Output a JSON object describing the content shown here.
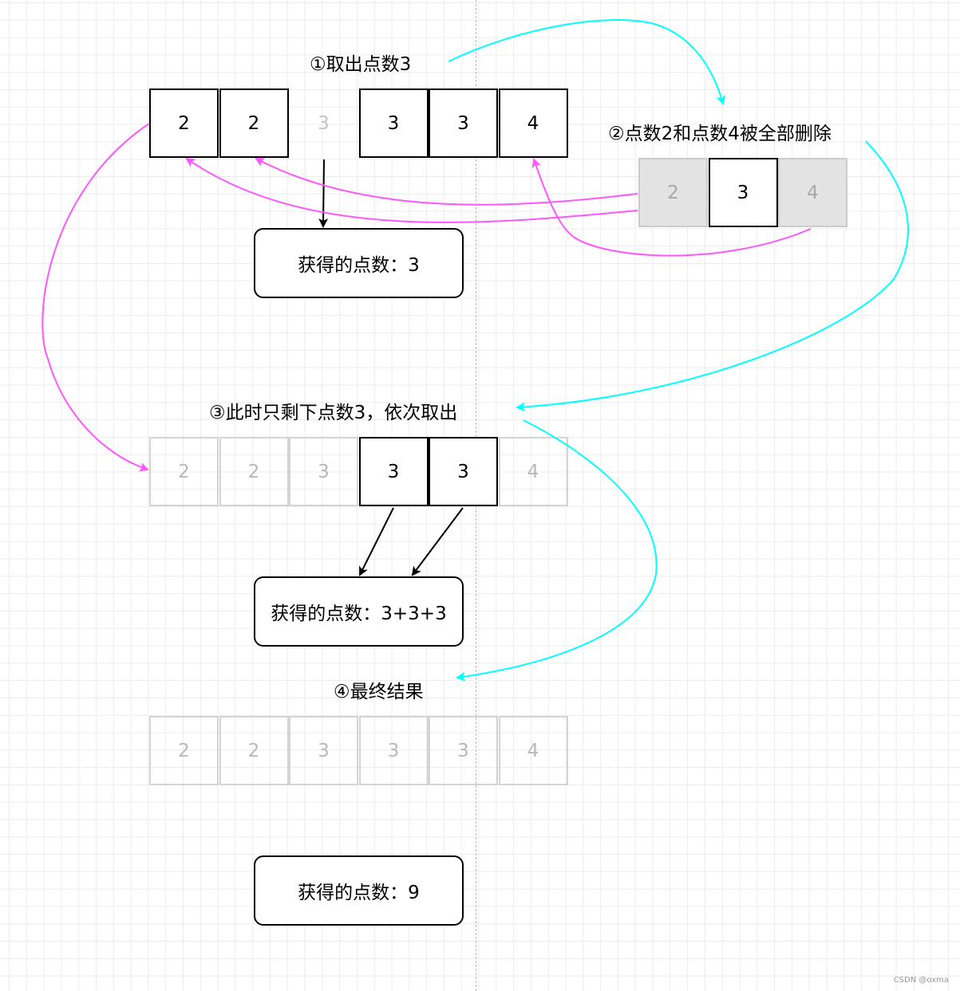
{
  "steps": {
    "step1": "①取出点数3",
    "step2": "②点数2和点数4被全部删除",
    "step3": "③此时只剩下点数3，依次取出",
    "step4": "④最终结果"
  },
  "rows": {
    "row1": [
      {
        "value": "2",
        "state": "on"
      },
      {
        "value": "2",
        "state": "on"
      },
      {
        "value": "3",
        "state": "ghost"
      },
      {
        "value": "3",
        "state": "on"
      },
      {
        "value": "3",
        "state": "on"
      },
      {
        "value": "4",
        "state": "on"
      }
    ],
    "side": [
      {
        "value": "2",
        "state": "shaded"
      },
      {
        "value": "3",
        "state": "on"
      },
      {
        "value": "4",
        "state": "shaded"
      }
    ],
    "row3": [
      {
        "value": "2",
        "state": "off"
      },
      {
        "value": "2",
        "state": "off"
      },
      {
        "value": "3",
        "state": "off"
      },
      {
        "value": "3",
        "state": "on"
      },
      {
        "value": "3",
        "state": "on"
      },
      {
        "value": "4",
        "state": "off"
      }
    ],
    "row4": [
      {
        "value": "2",
        "state": "off"
      },
      {
        "value": "2",
        "state": "off"
      },
      {
        "value": "3",
        "state": "off"
      },
      {
        "value": "3",
        "state": "off"
      },
      {
        "value": "3",
        "state": "off"
      },
      {
        "value": "4",
        "state": "off"
      }
    ]
  },
  "results": {
    "result1": "获得的点数：3",
    "result2": "获得的点数：3+3+3",
    "result3": "获得的点数：9"
  },
  "colors": {
    "magenta": "#ff55ff",
    "cyan": "#00ffff",
    "black": "#000000"
  },
  "watermark": "CSDN @oxma"
}
